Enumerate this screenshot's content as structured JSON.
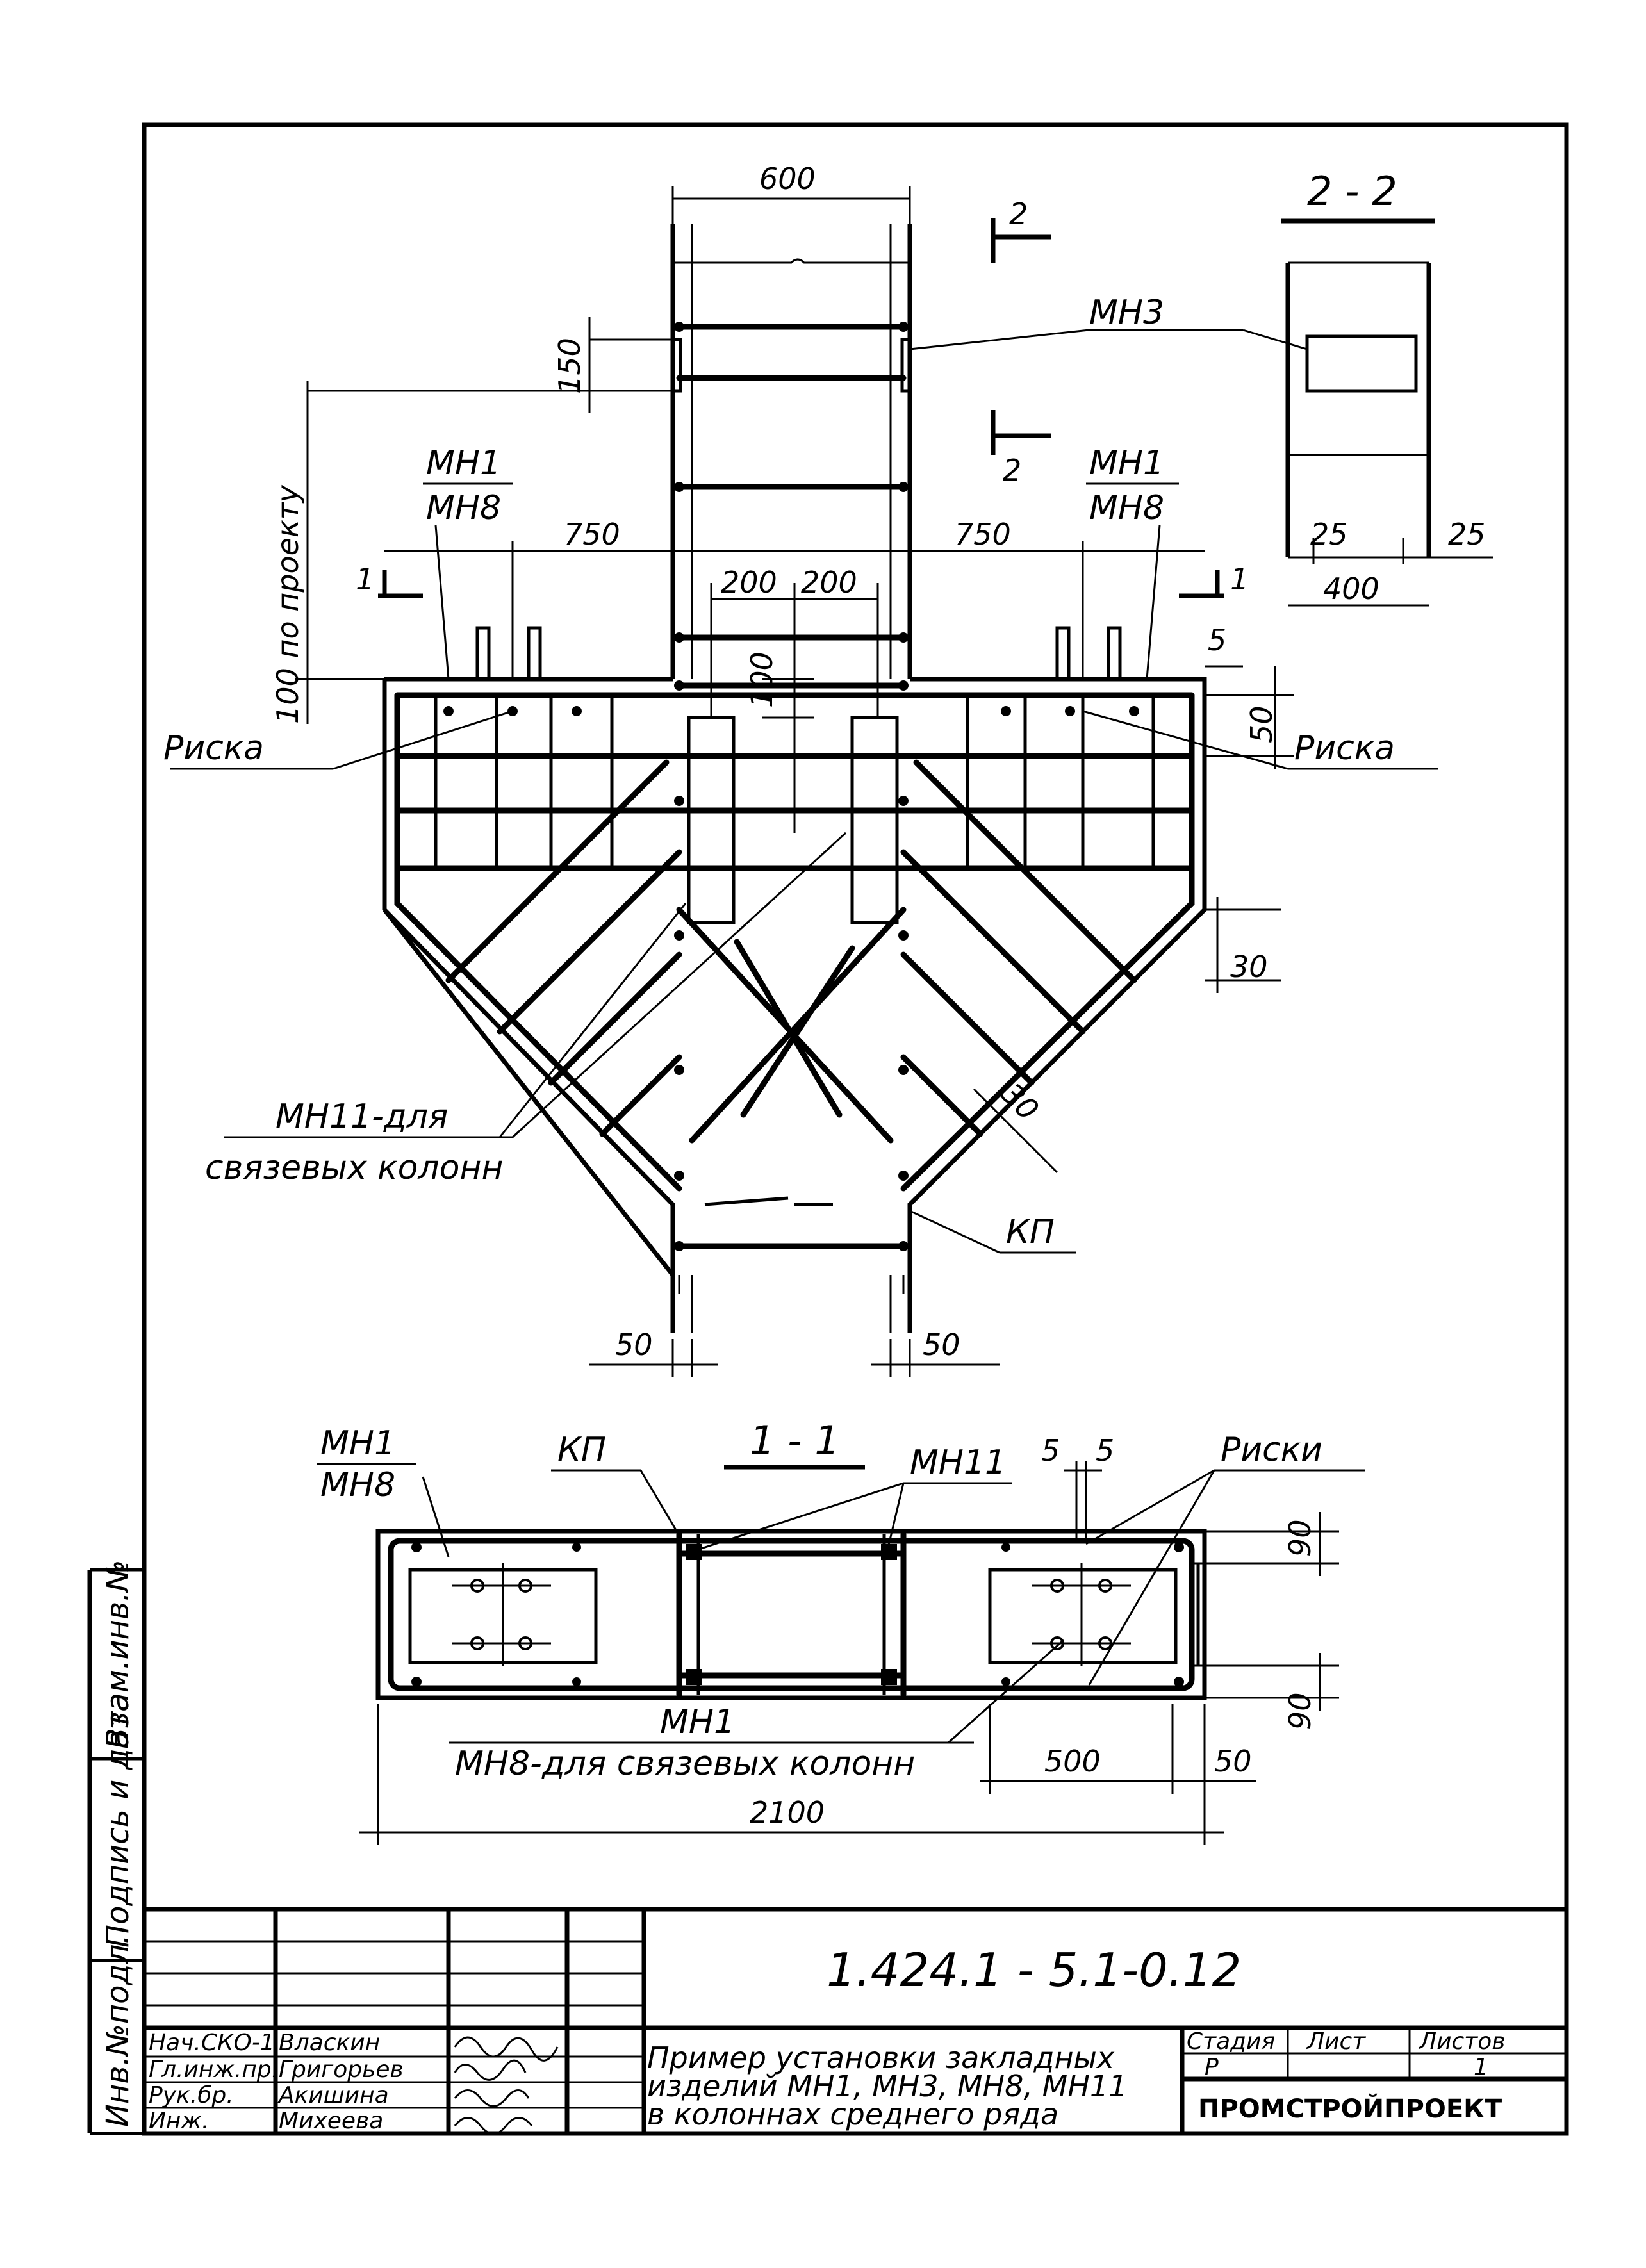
{
  "drawing": {
    "dims_top": {
      "column_width": "600",
      "d150": "150",
      "d100_project": "100 по проекту",
      "d750_left": "750",
      "d750_right": "750",
      "d200_left": "200",
      "d200_right": "200",
      "d100_center": "100",
      "d5": "5",
      "d50_right": "50",
      "d30_top": "30",
      "d30_diag": "30",
      "d50_bottom_left": "50",
      "d50_bottom_right": "50"
    },
    "labels_top": {
      "mn3": "МН3",
      "mn1_left": "МН1",
      "mn8_left": "МН8",
      "mn1_right": "МН1",
      "mn8_right": "МН8",
      "riska_left": "Риска",
      "riska_right": "Риска",
      "mn11_note_1": "МН11-для",
      "mn11_note_2": "связевых колонн",
      "kp": "КП",
      "sec_mark_2_top": "2",
      "sec_mark_2_bottom": "2",
      "sec_mark_1_left": "1",
      "sec_mark_1_right": "1"
    },
    "section_2_2": {
      "title": "2 - 2",
      "d25_left": "25",
      "d25_right": "25",
      "d400": "400"
    },
    "section_1_1": {
      "title": "1 - 1",
      "mn1": "МН1",
      "mn8": "МН8",
      "kp": "КП",
      "mn11": "МН11",
      "d5a": "5",
      "d5b": "5",
      "riski": "Риски",
      "d90_top": "90",
      "d90_bottom": "90",
      "bottom_mn1": "МН1",
      "bottom_mn8": "МН8-для связевых колонн",
      "d500": "500",
      "d50": "50",
      "d2100": "2100"
    }
  },
  "side_stamp": {
    "inv_podl": "Инв.№подл.",
    "podpis": "Подпись и дата",
    "vzam": "Взам.инв.№"
  },
  "title_block": {
    "code": "1.424.1 - 5.1-0.12",
    "description_1": "Пример установки закладных",
    "description_2": "изделий МН1, МН3, МН8, МН11",
    "description_3": "в колоннах среднего ряда",
    "stage_header": "Стадия",
    "sheet_header": "Лист",
    "sheets_header": "Листов",
    "stage": "Р",
    "sheet": "",
    "sheets": "1",
    "organization": "ПРОМСТРОЙПРОЕКТ",
    "roles": [
      {
        "position": "Нач.СКО-1",
        "name": "Власкин"
      },
      {
        "position": "Гл.инж.пр.",
        "name": "Григорьев"
      },
      {
        "position": "Рук.бр.",
        "name": "Акишина"
      },
      {
        "position": "Инж.",
        "name": "Михеева"
      }
    ]
  }
}
